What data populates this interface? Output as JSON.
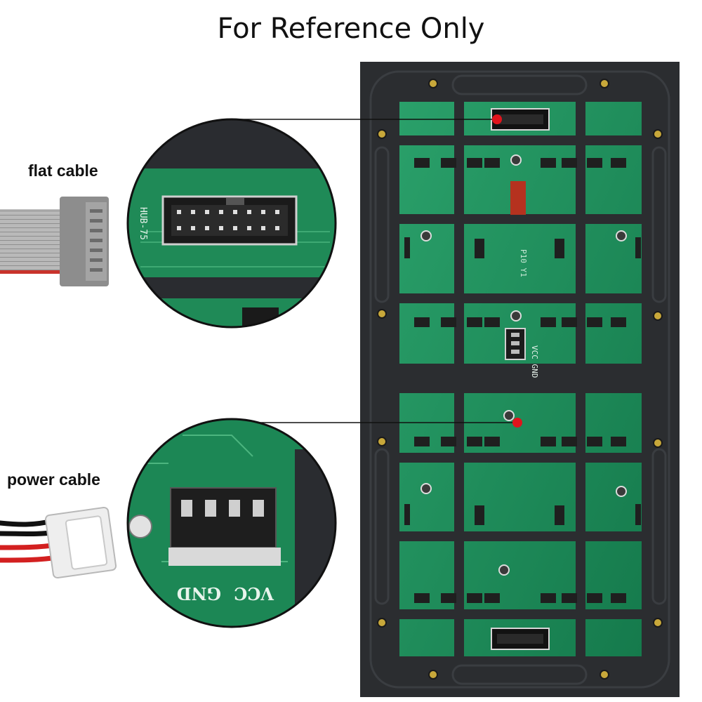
{
  "title": "For Reference Only",
  "callouts": {
    "flat": "flat cable",
    "power": "power cable"
  },
  "silkscreen": {
    "hub": "HUB-75",
    "gnd": "GND",
    "vcc": "VCC",
    "panel_vcc_gnd": "VCC GND",
    "panel_code": "P10 Y1"
  },
  "colors": {
    "pcb": "#1e8a5a",
    "frame": "#2b2d30",
    "marker": "#e0141c"
  }
}
